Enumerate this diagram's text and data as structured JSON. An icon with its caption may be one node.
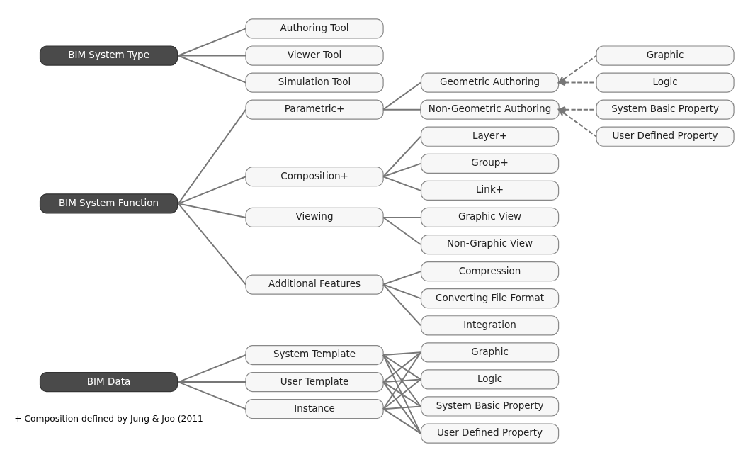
{
  "diagram": {
    "nodes": [
      {
        "text": [
          "BIM System Type"
        ]
      },
      {
        "text": [
          "Authoring Tool"
        ]
      },
      {
        "text": [
          "Viewer Tool"
        ]
      },
      {
        "text": [
          "Simulation Tool"
        ]
      },
      {
        "text": [
          "BIM System Function"
        ]
      },
      {
        "text": [
          "Parametric+"
        ]
      },
      {
        "text": [
          "Geometric Authoring"
        ]
      },
      {
        "text": [
          "Graphic"
        ]
      },
      {
        "text": [
          "Logic"
        ]
      },
      {
        "text": [
          "Non-Geometric Authoring"
        ]
      },
      {
        "text": [
          "System Basic Property"
        ]
      },
      {
        "text": [
          "User Defined Property"
        ]
      },
      {
        "text": [
          "Composition+"
        ]
      },
      {
        "text": [
          "Layer+"
        ]
      },
      {
        "text": [
          "Group+"
        ]
      },
      {
        "text": [
          "Link+"
        ]
      },
      {
        "text": [
          "Viewing"
        ]
      },
      {
        "text": [
          "Graphic View"
        ]
      },
      {
        "text": [
          "Non-Graphic View"
        ]
      },
      {
        "text": [
          "Additional Features"
        ]
      },
      {
        "text": [
          "Compression"
        ]
      },
      {
        "text": [
          "Converting File Format"
        ]
      },
      {
        "text": [
          "Integration"
        ]
      },
      {
        "text": [
          "BIM Data"
        ]
      },
      {
        "text": [
          "System Template"
        ]
      },
      {
        "text": [
          "User Template"
        ]
      },
      {
        "text": [
          "Instance"
        ]
      },
      {
        "text": [
          "Graphic"
        ]
      },
      {
        "text": [
          "Logic"
        ]
      },
      {
        "text": [
          "System Basic Property"
        ]
      },
      {
        "text": [
          "User Defined Property"
        ]
      }
    ],
    "edges": [
      {
        "from": 0,
        "to": 1,
        "arrow": "none"
      },
      {
        "from": 0,
        "to": 2,
        "arrow": "none"
      },
      {
        "from": 0,
        "to": 3,
        "arrow": "none"
      },
      {
        "from": 4,
        "to": 5,
        "arrow": "none"
      },
      {
        "from": 4,
        "to": 12,
        "arrow": "none"
      },
      {
        "from": 4,
        "to": 16,
        "arrow": "none"
      },
      {
        "from": 4,
        "to": 19,
        "arrow": "none"
      },
      {
        "from": 5,
        "to": 6,
        "arrow": "none"
      },
      {
        "from": 5,
        "to": 9,
        "arrow": "none"
      },
      {
        "from": 7,
        "to": 6,
        "arrow": "to",
        "style": "dashed"
      },
      {
        "from": 8,
        "to": 6,
        "arrow": "to",
        "style": "dashed"
      },
      {
        "from": 10,
        "to": 9,
        "arrow": "to",
        "style": "dashed"
      },
      {
        "from": 11,
        "to": 9,
        "arrow": "to",
        "style": "dashed"
      },
      {
        "from": 12,
        "to": 13,
        "arrow": "none"
      },
      {
        "from": 12,
        "to": 14,
        "arrow": "none"
      },
      {
        "from": 12,
        "to": 15,
        "arrow": "none"
      },
      {
        "from": 16,
        "to": 17,
        "arrow": "none"
      },
      {
        "from": 16,
        "to": 18,
        "arrow": "none"
      },
      {
        "from": 19,
        "to": 20,
        "arrow": "none"
      },
      {
        "from": 19,
        "to": 21,
        "arrow": "none"
      },
      {
        "from": 19,
        "to": 22,
        "arrow": "none"
      },
      {
        "from": 23,
        "to": 24,
        "arrow": "none"
      },
      {
        "from": 23,
        "to": 25,
        "arrow": "none"
      },
      {
        "from": 23,
        "to": 26,
        "arrow": "none"
      },
      {
        "from": 24,
        "to": 27,
        "arrow": "none"
      },
      {
        "from": 24,
        "to": 28,
        "arrow": "none"
      },
      {
        "from": 24,
        "to": 29,
        "arrow": "none"
      },
      {
        "from": 24,
        "to": 30,
        "arrow": "none"
      },
      {
        "from": 25,
        "to": 27,
        "arrow": "none"
      },
      {
        "from": 25,
        "to": 28,
        "arrow": "none"
      },
      {
        "from": 25,
        "to": 29,
        "arrow": "none"
      },
      {
        "from": 25,
        "to": 30,
        "arrow": "none"
      },
      {
        "from": 26,
        "to": 27,
        "arrow": "none"
      },
      {
        "from": 26,
        "to": 28,
        "arrow": "none"
      },
      {
        "from": 26,
        "to": 29,
        "arrow": "none"
      },
      {
        "from": 26,
        "to": 30,
        "arrow": "none"
      }
    ],
    "labels": [
      "+ Composition defined by Jung & Joo (2011"
    ]
  }
}
